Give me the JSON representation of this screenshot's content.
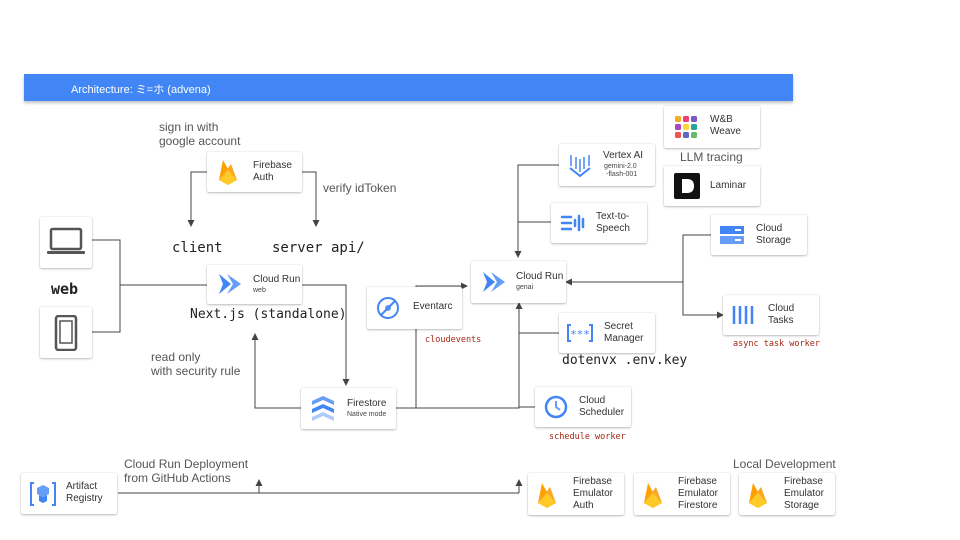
{
  "header": {
    "title": "Architecture: ミ=ホ (advena)"
  },
  "nodes": {
    "firebase_auth": {
      "line1": "Firebase",
      "line2": "Auth"
    },
    "cloud_run_web": {
      "name": "Cloud Run",
      "sub": "web"
    },
    "cloud_run_genai": {
      "name": "Cloud Run",
      "sub": "genai"
    },
    "eventarc": {
      "name": "Eventarc"
    },
    "firestore": {
      "name": "Firestore",
      "sub": "Native mode"
    },
    "vertex_ai": {
      "name": "Vertex AI",
      "sub1": "gemini-2.0",
      "sub2": "-flash-001"
    },
    "tts": {
      "line1": "Text-to-",
      "line2": "Speech"
    },
    "secret_manager": {
      "line1": "Secret",
      "line2": "Manager"
    },
    "cloud_scheduler": {
      "line1": "Cloud",
      "line2": "Scheduler"
    },
    "cloud_storage": {
      "line1": "Cloud",
      "line2": "Storage"
    },
    "cloud_tasks": {
      "line1": "Cloud",
      "line2": "Tasks"
    },
    "wandb": {
      "line1": "W&B",
      "line2": "Weave"
    },
    "laminar": {
      "name": "Laminar"
    },
    "artifact_registry": {
      "line1": "Artifact",
      "line2": "Registry"
    },
    "emu_auth": {
      "line1": "Firebase",
      "line2": "Emulator",
      "line3": "Auth"
    },
    "emu_firestore": {
      "line1": "Firebase",
      "line2": "Emulator",
      "line3": "Firestore"
    },
    "emu_storage": {
      "line1": "Firebase",
      "line2": "Emulator",
      "line3": "Storage"
    }
  },
  "labels": {
    "sign_in": "sign in with\ngoogle account",
    "verify": "verify idToken",
    "client": "client",
    "server_api": "server api/",
    "web": "web",
    "nextjs": "Next.js (standalone)",
    "read_only": "read only\nwith security rule",
    "cloudevents": "cloudevents",
    "dotenvx": "dotenvx .env.key",
    "schedule_worker": "schedule worker",
    "async_worker": "async task worker",
    "llm_tracing": "LLM tracing",
    "deploy": "Cloud Run Deployment\nfrom GitHub Actions",
    "local_dev": "Local Development"
  },
  "colors": {
    "header": "#4285f4",
    "google_blue": "#4285f4",
    "firebase_orange": "#f9a825",
    "firebase_yellow": "#ffca28",
    "note_red": "#a52714"
  }
}
